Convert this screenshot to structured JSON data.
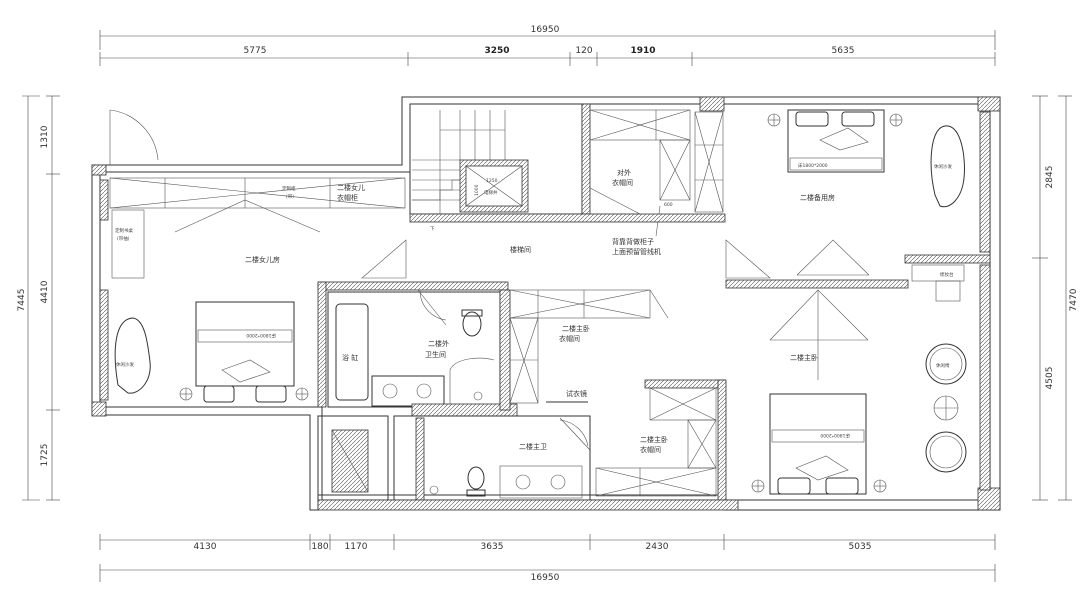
{
  "dimensions": {
    "top_total": "16950",
    "top_segments": [
      "5775",
      "3250",
      "120",
      "1910",
      "5635"
    ],
    "bottom_total": "16950",
    "bottom_segments": [
      "4130",
      "180",
      "1170",
      "3635",
      "2430",
      "5035"
    ],
    "left_total": "7445",
    "left_segments": [
      "1310",
      "4410",
      "1725"
    ],
    "right_total": "7470",
    "right_segments": [
      "2845",
      "4505"
    ]
  },
  "rooms": {
    "daughter_room": "二楼女儿房",
    "daughter_wardrobe_1": "二楼女儿",
    "daughter_wardrobe_2": "衣帽柜",
    "desk_1": "定制书桌",
    "desk_2": "(带抽)",
    "leisure_sofa_left": "休闲沙发",
    "bed_left": "床1800*2000",
    "stairwell": "楼梯间",
    "elevator_1": "1250",
    "elevator_2": "1000",
    "elevator_3": "电梯井",
    "down_label": "下",
    "outer_wardrobe_1": "对外",
    "outer_wardrobe_2": "衣帽间",
    "closet_width": "600",
    "stove_note_1": "背靠背做柜子",
    "stove_note_2": "上面预留管线机",
    "guest_room": "二楼备用房",
    "bed_guest": "床1800*2000",
    "leisure_sofa_right": "休闲沙发",
    "dressing_table": "梳妆台",
    "bathtub": "浴 缸",
    "outer_bath_1": "二楼外",
    "outer_bath_2": "卫生间",
    "master_wardrobe_top_1": "二楼主卧",
    "master_wardrobe_top_2": "衣帽间",
    "fitting_mirror": "试衣镜",
    "master_bath": "二楼主卫",
    "master_wardrobe_bottom_1": "二楼主卧",
    "master_wardrobe_bottom_2": "衣帽间",
    "master_bedroom": "二楼主卧",
    "bed_master": "床1800*2000",
    "leisure_chair": "休闲椅",
    "cabinet_tag_1": "定制柜",
    "cabinet_tag_2": "(带)"
  }
}
